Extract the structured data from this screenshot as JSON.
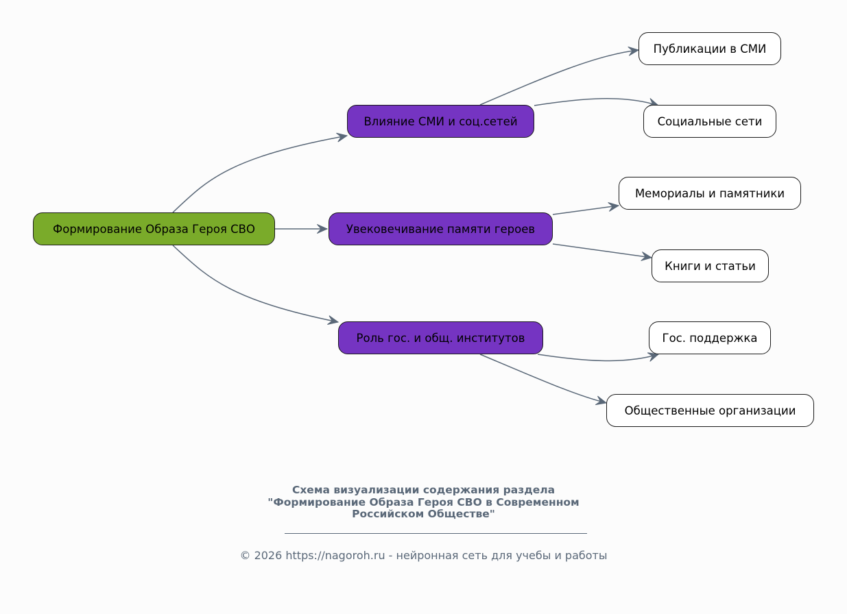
{
  "diagram": {
    "type": "mind-map",
    "colors": {
      "root_fill": "#7aab2a",
      "branch_fill": "#7534c2",
      "leaf_fill": "#ffffff",
      "edge": "#5a6878",
      "border": "#1a1a1a",
      "caption": "#5a6878"
    },
    "root": {
      "id": "root",
      "label": "Формирование Образа Героя СВО"
    },
    "branches": [
      {
        "id": "b1",
        "label": "Влияние СМИ и соц.сетей",
        "children": [
          {
            "id": "b1c1",
            "label": "Публикации в СМИ"
          },
          {
            "id": "b1c2",
            "label": "Социальные сети"
          }
        ]
      },
      {
        "id": "b2",
        "label": "Увековечивание памяти героев",
        "children": [
          {
            "id": "b2c1",
            "label": "Мемориалы и памятники"
          },
          {
            "id": "b2c2",
            "label": "Книги и статьи"
          }
        ]
      },
      {
        "id": "b3",
        "label": "Роль гос. и общ. институтов",
        "children": [
          {
            "id": "b3c1",
            "label": "Гос. поддержка"
          },
          {
            "id": "b3c2",
            "label": "Общественные организации"
          }
        ]
      }
    ],
    "edges": [
      [
        "root",
        "b1"
      ],
      [
        "root",
        "b2"
      ],
      [
        "root",
        "b3"
      ],
      [
        "b1",
        "b1c1"
      ],
      [
        "b1",
        "b1c2"
      ],
      [
        "b2",
        "b2c1"
      ],
      [
        "b2",
        "b2c2"
      ],
      [
        "b3",
        "b3c1"
      ],
      [
        "b3",
        "b3c2"
      ]
    ]
  },
  "caption": {
    "title_lines": [
      "Схема визуализации содержания раздела",
      "\"Формирование Образа Героя СВО в Современном",
      "Российском Обществе\""
    ],
    "footer": "© 2026 https://nagoroh.ru - нейронная сеть для учебы и работы"
  }
}
